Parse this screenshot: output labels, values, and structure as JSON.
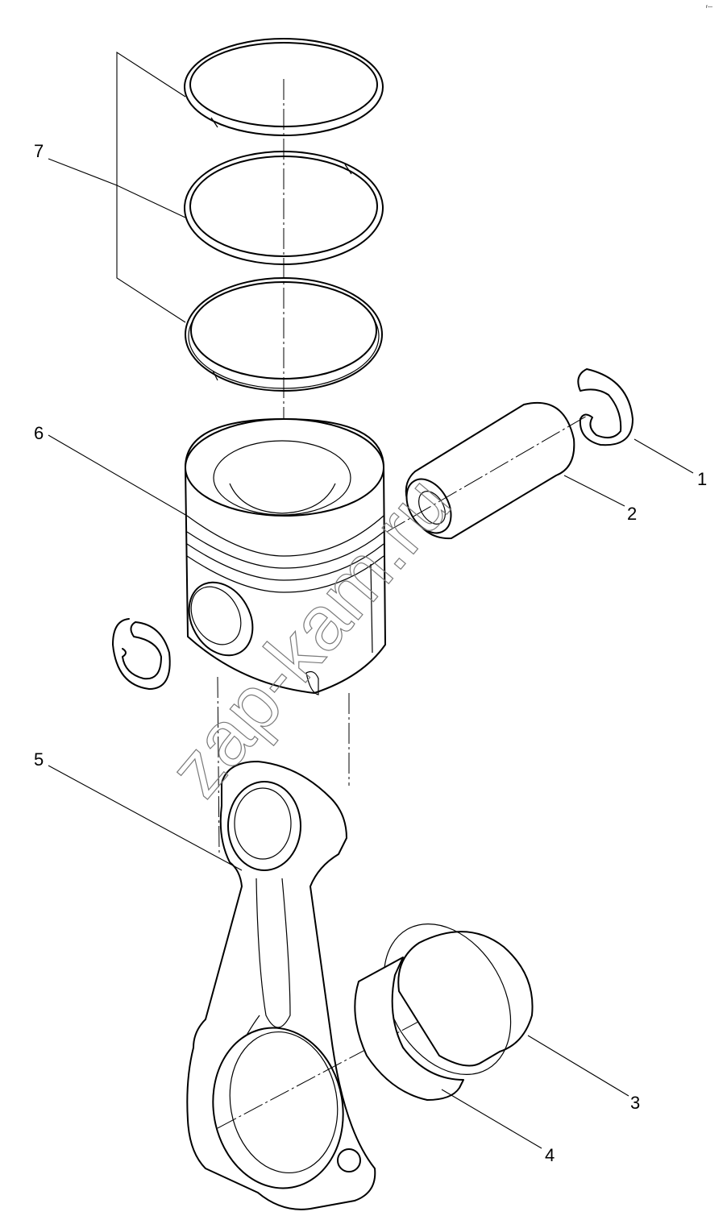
{
  "figure": {
    "watermark": "zap-kam.ru",
    "corner_mark": "r—"
  },
  "callouts": [
    {
      "id": "1",
      "text": "1",
      "part": "circlip-right"
    },
    {
      "id": "2",
      "text": "2",
      "part": "piston-pin"
    },
    {
      "id": "3",
      "text": "3",
      "part": "bearing-shell-upper"
    },
    {
      "id": "4",
      "text": "4",
      "part": "bearing-shell-lower"
    },
    {
      "id": "5",
      "text": "5",
      "part": "connecting-rod"
    },
    {
      "id": "6",
      "text": "6",
      "part": "piston"
    },
    {
      "id": "7",
      "text": "7",
      "part": "piston-rings"
    }
  ]
}
